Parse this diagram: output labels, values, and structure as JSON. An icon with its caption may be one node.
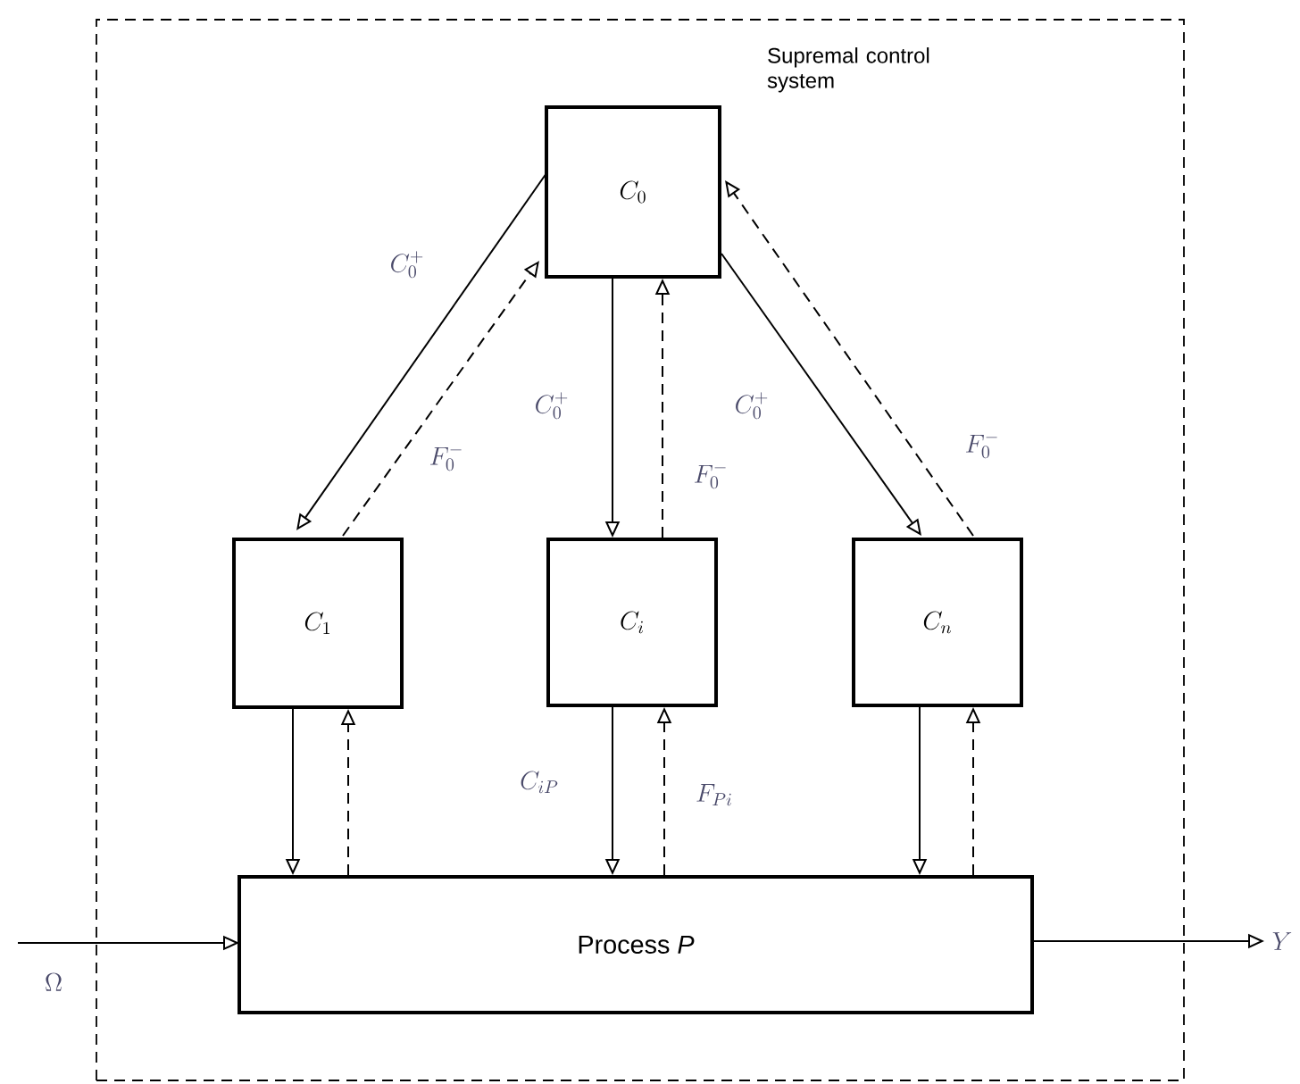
{
  "diagram": {
    "nodes": [
      {
        "text": [],
        "shape": "box"
      },
      {
        "text": [
          "C_0"
        ],
        "in": 0,
        "beside": [
          "Supremal control system"
        ]
      },
      {
        "text": [
          "C_1"
        ],
        "in": 0
      },
      {
        "text": [
          "C_i"
        ],
        "in": 0
      },
      {
        "text": [
          "C_n"
        ],
        "in": 0
      },
      {
        "text": [
          "Process *P*"
        ],
        "in": 0
      }
    ],
    "edges": [
      {
        "from": 1,
        "to": 2,
        "arrow": "to",
        "label": "C_0^+"
      },
      {
        "from": 2,
        "to": 1,
        "arrow": "to",
        "style": "dashed",
        "label": "F_0^-"
      },
      {
        "from": 1,
        "to": 3,
        "arrow": "to",
        "label": "C_0^+"
      },
      {
        "from": 3,
        "to": 1,
        "arrow": "to",
        "style": "dashed",
        "label": "F_0^-"
      },
      {
        "from": 1,
        "to": 4,
        "arrow": "to",
        "label": "C_0^+"
      },
      {
        "from": 4,
        "to": 1,
        "arrow": "to",
        "style": "dashed",
        "label": "F_0^-"
      },
      {
        "from": 2,
        "to": 5,
        "arrow": "to"
      },
      {
        "from": 5,
        "to": 2,
        "arrow": "to",
        "style": "dashed"
      },
      {
        "from": 3,
        "to": 5,
        "arrow": "to",
        "label": "C_{iP}"
      },
      {
        "from": 5,
        "to": 3,
        "arrow": "to",
        "style": "dashed",
        "label": "F_{Pi}"
      },
      {
        "from": 4,
        "to": 5,
        "arrow": "to"
      },
      {
        "from": 5,
        "to": 4,
        "arrow": "to",
        "style": "dashed"
      },
      {
        "from": null,
        "to": 5,
        "arrow": "to",
        "label": "\\Omega"
      },
      {
        "from": 5,
        "to": null,
        "arrow": "to",
        "label": "Y"
      }
    ]
  }
}
